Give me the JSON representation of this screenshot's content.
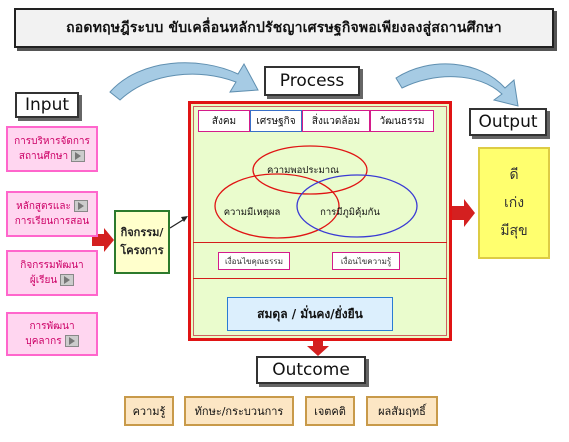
{
  "title": "ถอดทฤษฎีระบบ ขับเคลื่อนหลักปรัชญาเศรษฐกิจพอเพียงลงสู่สถานศึกษา",
  "headers": {
    "input": "Input",
    "process": "Process",
    "output": "Output",
    "outcome": "Outcome"
  },
  "inputs": [
    {
      "line1": "การบริหารจัดการ",
      "line2": "สถานศึกษา"
    },
    {
      "line1": "หลักสูตรและ",
      "line2": "การเรียนการสอน"
    },
    {
      "line1": "กิจกรรมพัฒนา",
      "line2": "ผู้เรียน"
    },
    {
      "line1": "การพัฒนา",
      "line2": "บุคลากร"
    }
  ],
  "activity": {
    "line1": "กิจกรรม/",
    "line2": "โครงการ"
  },
  "process": {
    "categories": [
      "สังคม",
      "เศรษฐกิจ",
      "สิ่งแวดล้อม",
      "วัฒนธรรม"
    ],
    "circles": [
      "ความพอประมาณ",
      "ความมีเหตุผล",
      "การมีภูมิคุ้มกัน"
    ],
    "conditions": [
      "เงื่อนไขคุณธรรม",
      "เงื่อนไขความรู้"
    ],
    "result": "สมดุล / มั่นคง/ยั่งยืน"
  },
  "outputs": [
    "ดี",
    "เก่ง",
    "มีสุข"
  ],
  "outcomes": [
    "ความรู้",
    "ทักษะ/กระบวนการ",
    "เจตคติ",
    "ผลสัมฤทธิ์"
  ],
  "colors": {
    "frame": "#e01414",
    "processBg": "#e9fbc4",
    "inputBg": "#ffd6f0",
    "outputBg": "#ffff6e",
    "outcomeBg": "#fce6c4"
  }
}
